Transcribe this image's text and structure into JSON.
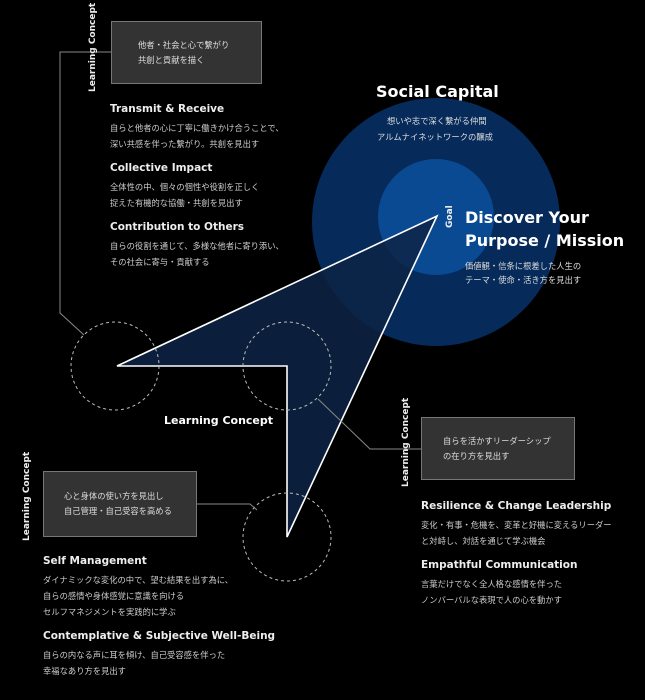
{
  "colors": {
    "background": "#000000",
    "outer_circle": "#062a5a",
    "inner_circle": "#0a4a92",
    "arrow_fill": "#0d2446",
    "box": "#333333"
  },
  "goal": {
    "label": "Goal",
    "title_lines": [
      "Discover Your",
      "Purpose / Mission"
    ],
    "desc_lines": [
      "価値観・信条に根差した人生の",
      "テーマ・使命・活き方を見出す"
    ]
  },
  "social_capital": {
    "title": "Social Capital",
    "desc_lines": [
      "想いや志で深く繋がる仲間",
      "アルムナイネットワークの醸成"
    ]
  },
  "center_label": "Learning Concept",
  "concepts": [
    {
      "vertical_label": "Learning Concept",
      "box_lines": [
        "他者・社会と心で繋がり",
        "共創と貢献を描く"
      ],
      "items": [
        {
          "title": "Transmit & Receive",
          "lines": [
            "自らと他者の心に丁寧に働きかけ合うことで、",
            "深い共感を伴った繋がり。共創を見出す"
          ]
        },
        {
          "title": "Collective Impact",
          "lines": [
            "全体性の中、個々の個性や役割を正しく",
            "捉えた有機的な協働・共創を見出す"
          ]
        },
        {
          "title": "Contribution to Others",
          "lines": [
            "自らの役割を通じて、多様な他者に寄り添い、",
            "その社会に寄与・貢献する"
          ]
        }
      ]
    },
    {
      "vertical_label": "Learning Concept",
      "box_lines": [
        "自らを活かすリーダーシップ",
        "の在り方を見出す"
      ],
      "items": [
        {
          "title": "Resilience & Change Leadership",
          "lines": [
            "変化・有事・危機を、変革と好機に変えるリーダー",
            "と対峙し、対話を通じて学ぶ機会"
          ]
        },
        {
          "title": "Empathful Communication",
          "lines": [
            "言葉だけでなく全人格な感情を伴った",
            "ノンバーバルな表現で人の心を動かす"
          ]
        }
      ]
    },
    {
      "vertical_label": "Learning Concept",
      "box_lines": [
        "心と身体の使い方を見出し",
        "自己管理・自己受容を高める"
      ],
      "items": [
        {
          "title": "Self Management",
          "lines": [
            "ダイナミックな変化の中で、望む結果を出す為に、",
            "自らの感情や身体感覚に意識を向ける",
            "セルフマネジメントを実践的に学ぶ"
          ]
        },
        {
          "title": "Contemplative & Subjective Well-Being",
          "lines": [
            "自らの内なる声に耳を傾け、自己受容感を伴った",
            "幸福なあり方を見出す"
          ]
        }
      ]
    }
  ]
}
